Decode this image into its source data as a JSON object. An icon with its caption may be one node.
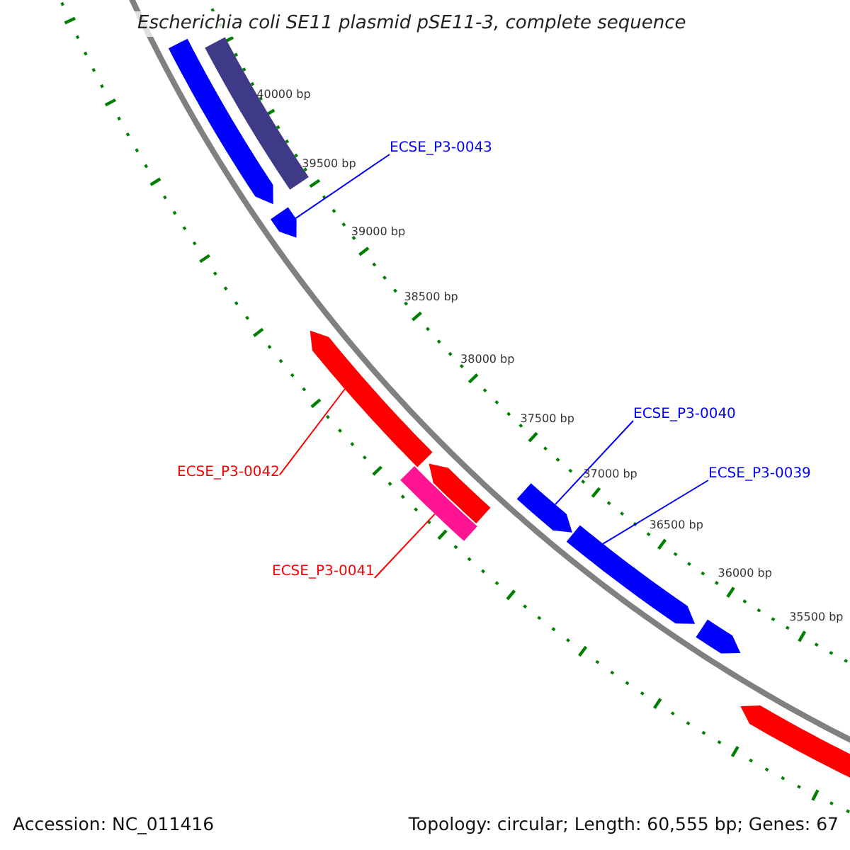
{
  "diagram": {
    "title": "Escherichia coli SE11 plasmid pSE11-3, complete sequence",
    "nodes": [
      {
        "text": [],
        "shape": "bar"
      },
      {
        "text": [],
        "shape": "arrow"
      },
      {
        "text": [
          "ECSE_P3-0043"
        ]
      },
      {
        "text": [],
        "shape": "arrow"
      },
      {
        "text": [],
        "shape": "arrow"
      },
      {
        "text": [
          "ECSE_P3-0040"
        ]
      },
      {
        "text": [
          "ECSE_P3-0042"
        ]
      },
      {
        "text": [],
        "shape": "arrow"
      },
      {
        "text": [
          "ECSE_P3-0039"
        ]
      },
      {
        "text": [],
        "shape": "bar"
      },
      {
        "text": [],
        "shape": "arrow"
      },
      {
        "text": [
          "ECSE_P3-0041"
        ]
      },
      {
        "text": [],
        "shape": "arrow"
      },
      {
        "text": [],
        "shape": "arrow"
      },
      {
        "text": [],
        "shape": "arrow"
      }
    ],
    "edges": [
      {
        "from": 2,
        "to": 3,
        "arrow": "none"
      },
      {
        "from": 5,
        "to": 10,
        "arrow": "none"
      },
      {
        "from": 6,
        "to": 4,
        "arrow": "none",
        "color": "#ff0000"
      },
      {
        "from": 8,
        "to": 12,
        "arrow": "none"
      },
      {
        "from": 11,
        "to": 9,
        "arrow": "none",
        "color": "#ff0000"
      }
    ],
    "labels": [
      "40000 bp",
      "39500 bp",
      "39000 bp",
      "38500 bp",
      "38000 bp",
      "37500 bp",
      "37000 bp",
      "36500 bp",
      "36000 bp",
      "35500 bp",
      "Accession: NC_011416",
      "Topology: circular; Length: 60,555 bp; Genes: 67"
    ]
  }
}
